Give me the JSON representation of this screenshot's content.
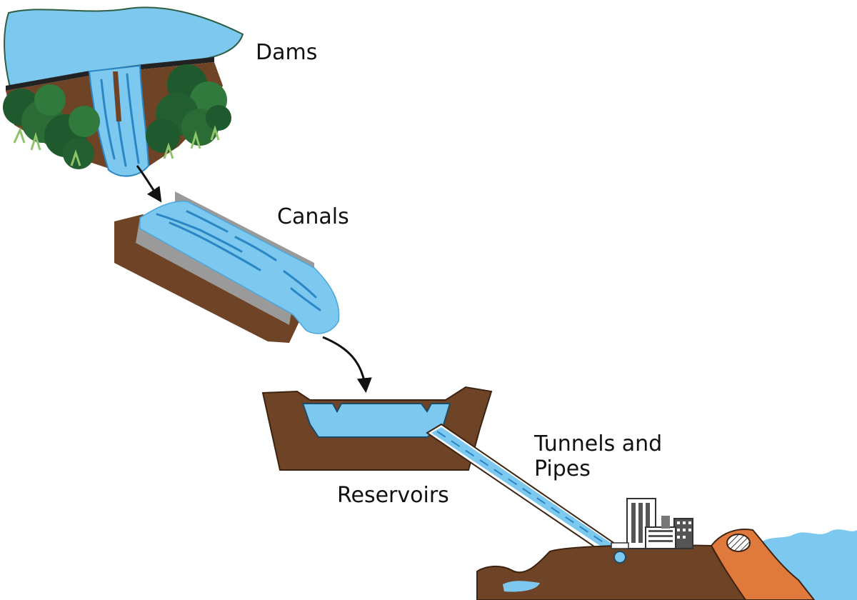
{
  "labels": {
    "dams": "Dams",
    "canals": "Canals",
    "reservoirs": "Reservoirs",
    "tunnels_line1": "Tunnels and",
    "tunnels_line2": "Pipes"
  },
  "colors": {
    "water": "#7cc8ee",
    "water_line": "#2a86c4",
    "earth": "#6e4326",
    "concrete": "#9a9a9a",
    "foliage_dark": "#1f5a2e",
    "foliage_mid": "#2f7a3c",
    "grass": "#8fc46a",
    "levee": "#e07a3c",
    "building": "#555555"
  },
  "icons": [
    "dam-icon",
    "canal-icon",
    "reservoir-icon",
    "pipe-icon",
    "city-icon",
    "flow-arrow-icon"
  ]
}
